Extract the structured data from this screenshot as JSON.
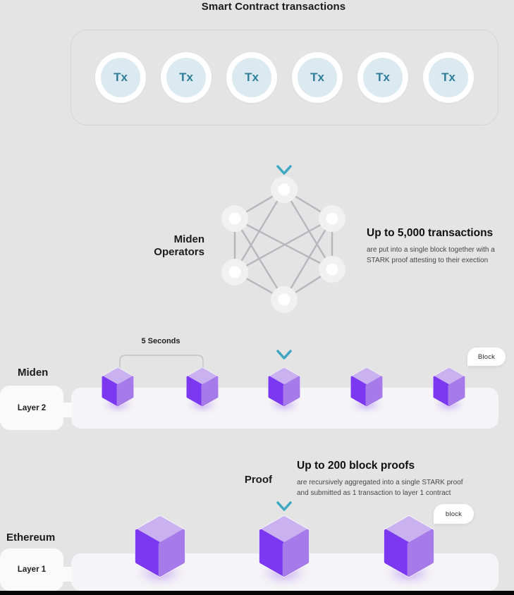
{
  "palette": {
    "background": "#e4e4e4",
    "band": "#f5f5f7",
    "panel": "#fafafb",
    "accent_teal": "#3ea7c2",
    "tx_fill": "#dbe9f0",
    "tx_text": "#2e7e9a",
    "cube_top": "#c9b2ef",
    "cube_left": "#7b38f0",
    "cube_right": "#a67ae9",
    "text_dark": "#1b1b1b"
  },
  "header": {
    "title": "Smart Contract transactions"
  },
  "tx_pool": {
    "items": [
      "Tx",
      "Tx",
      "Tx",
      "Tx",
      "Tx",
      "Tx"
    ]
  },
  "operators": {
    "label_line1": "Miden",
    "label_line2": "Operators"
  },
  "block_info": {
    "heading": "Up to 5,000 transactions",
    "body_line1": "are put into a single block together with a",
    "body_line2": "STARK proof attesting to their exection"
  },
  "miden_row": {
    "chain_label": "Miden",
    "layer_label": "Layer 2",
    "interval_label": "5 Seconds",
    "block_badge": "Block",
    "cube_count": 5
  },
  "proof_info": {
    "label": "Proof",
    "heading": "Up to 200 block proofs",
    "body_line1": "are recursively aggregated into a single STARK proof",
    "body_line2": "and submitted as 1 transaction to layer 1 contract"
  },
  "ethereum_row": {
    "chain_label": "Ethereum",
    "layer_label": "Layer 1",
    "block_badge": "block",
    "cube_count": 3
  }
}
